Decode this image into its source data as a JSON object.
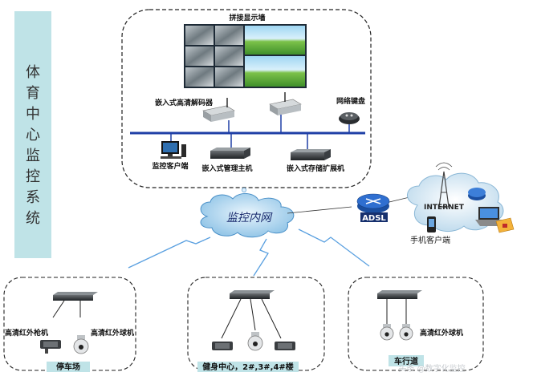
{
  "side_title": "体育中心监控系统",
  "top": {
    "wall_label": "拼接显示墙",
    "decoder_label": "嵌入式高清解码器",
    "keyboard_label": "网络键盘",
    "client_label": "监控客户端",
    "host_label": "嵌入式管理主机",
    "storage_label": "嵌入式存储扩展机"
  },
  "network": {
    "cloud_label": "监控内网",
    "adsl_label": "ADSL",
    "internet_label": "INTERNET",
    "mobile_label": "手机客户端"
  },
  "zones": [
    {
      "name": "停车场",
      "left_label": "高清红外枪机",
      "right_label": "高清红外球机"
    },
    {
      "name": "健身中心，2#,3#,4#楼"
    },
    {
      "name": "车行道",
      "right_label": "高清红外球机"
    }
  ],
  "watermark": "头条 @数字化监控"
}
